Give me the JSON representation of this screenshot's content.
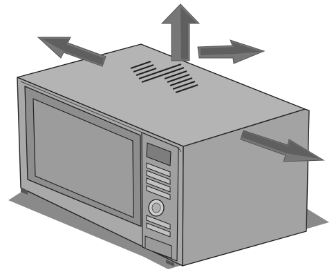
{
  "figure": {
    "subject": "microwave-oven-clearance-diagram",
    "arrows": [
      {
        "name": "airflow-arrow-up",
        "direction": "up"
      },
      {
        "name": "airflow-arrow-back-left",
        "direction": "back-left"
      },
      {
        "name": "airflow-arrow-back-right",
        "direction": "back-right"
      },
      {
        "name": "airflow-arrow-right",
        "direction": "right"
      }
    ],
    "colors": {
      "body": "#a9a9a9",
      "top": "#b4b4b4",
      "door": "#8e8e8e",
      "window": "#9c9c9c",
      "shadow": "#8a8a8a",
      "outline": "#222222",
      "arrow": "#6f6f6f"
    }
  }
}
